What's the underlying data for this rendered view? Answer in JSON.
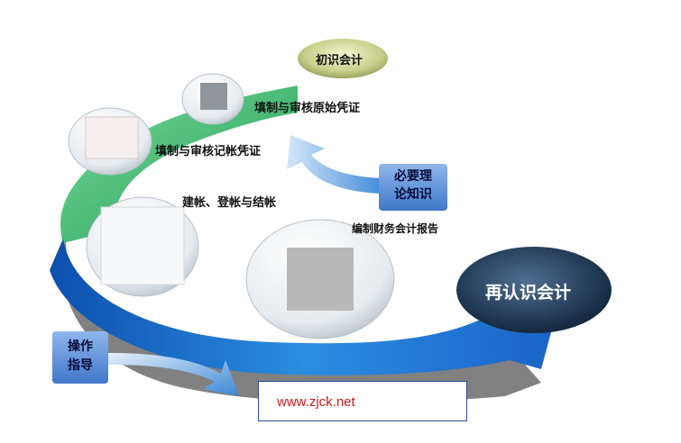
{
  "nodes": {
    "initial": "初识会计",
    "original_voucher": "填制与审核原始凭证",
    "bookkeeping_voucher": "填制与审核记帐凭证",
    "ledger": "建帐、登帐与结帐",
    "report": "编制财务会计报告",
    "reunderstand": "再认识会计"
  },
  "side_boxes": {
    "theory_line1": "必要理",
    "theory_line2": "论知识",
    "guide_line1": "操作",
    "guide_line2": "指导"
  },
  "footer": {
    "url": "www.zjck.net"
  },
  "colors": {
    "green_band": "#3fbf6f",
    "blue_band": "#1e7fd6",
    "gray_shadow": "#6b6b6b",
    "box_blue": "#5b8fd8",
    "url_red": "#d01a1a"
  }
}
